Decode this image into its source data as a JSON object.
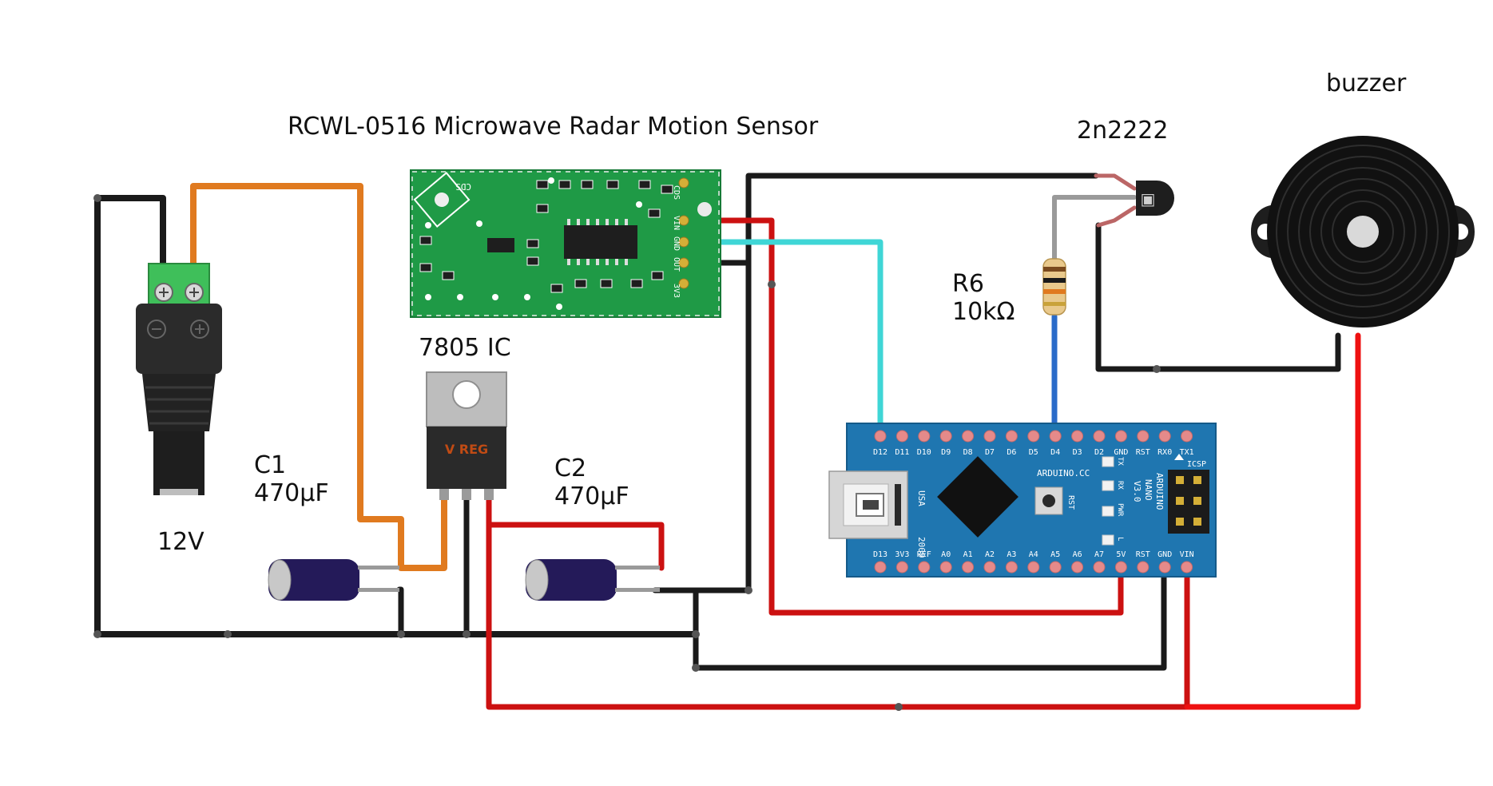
{
  "labels": {
    "sensor": "RCWL-0516 Microwave Radar Motion Sensor",
    "transistor": "2n2222",
    "buzzer": "buzzer",
    "resistor_name": "R6",
    "resistor_value": "10kΩ",
    "regulator": "7805 IC",
    "c1_name": "C1",
    "c1_value": "470μF",
    "c2_name": "C2",
    "c2_value": "470μF",
    "supply": "12V"
  },
  "regulator_marking": "V REG",
  "sensor_board": {
    "silk_cds": "CDS",
    "pins": [
      "3V3",
      "OUT",
      "GND",
      "VIN",
      "CDS"
    ]
  },
  "nano": {
    "top_pins": [
      "D12",
      "D11",
      "D10",
      "D9",
      "D8",
      "D7",
      "D6",
      "D5",
      "D4",
      "D3",
      "D2",
      "GND",
      "RST",
      "RX0",
      "TX1"
    ],
    "bottom_pins": [
      "D13",
      "3V3",
      "REF",
      "A0",
      "A1",
      "A2",
      "A3",
      "A4",
      "A5",
      "A6",
      "A7",
      "5V",
      "RST",
      "GND",
      "VIN"
    ],
    "brand": "ARDUINO.CC",
    "model_lines": [
      "ARDUINO",
      "NANO",
      "V3.0"
    ],
    "usa": "USA",
    "year": "2009",
    "icsp": "ICSP",
    "rst_button": "RST",
    "leds": [
      "TX",
      "RX",
      "PWR",
      "L"
    ]
  },
  "colors": {
    "wire_black": "#1a1a1a",
    "wire_red": "#cc1111",
    "wire_orange": "#e07a1f",
    "wire_cyan": "#3fd6d6",
    "wire_blue": "#2a6bc9",
    "wire_grey": "#9a9a9a",
    "pcb_green": "#1f9a46",
    "nano_blue": "#1f76b0"
  }
}
